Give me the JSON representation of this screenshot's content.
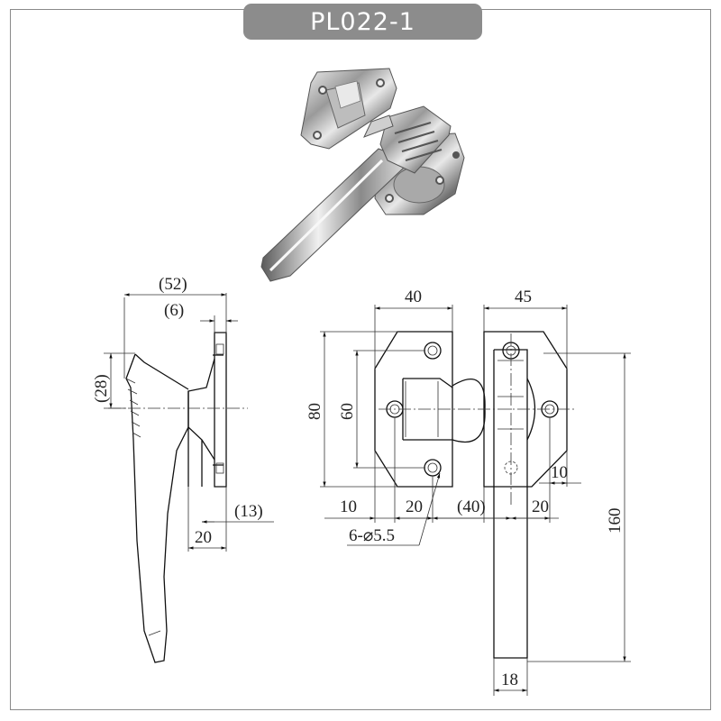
{
  "title": "PL022-1",
  "side_view": {
    "dim_overall_depth": "(52)",
    "dim_plate_thickness": "(6)",
    "dim_grip_height": "(28)",
    "dim_offset": "(13)",
    "dim_base_width": "20"
  },
  "front_view": {
    "dim_plate_width_left": "40",
    "dim_plate_width_right": "45",
    "dim_plate_height": "80",
    "dim_hole_spacing": "60",
    "dim_edge_left": "10",
    "dim_hole_offset_left": "20",
    "dim_gap": "(40)",
    "dim_hole_offset_right": "20",
    "dim_edge_right": "10",
    "dim_total_length": "160",
    "dim_handle_width": "18",
    "dim_holes": "6-⌀5.5"
  }
}
